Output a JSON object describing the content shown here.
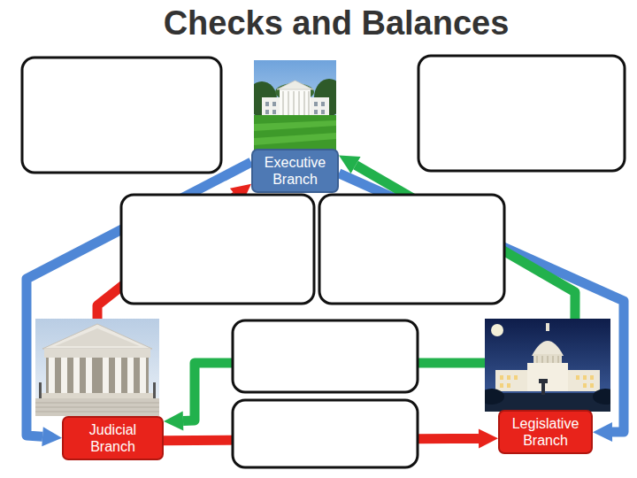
{
  "diagram": {
    "title": "Checks and Balances",
    "nodes": [
      {
        "text": [
          "Executive Branch"
        ]
      },
      {
        "text": [
          "Judicial Branch"
        ]
      },
      {
        "text": [
          "Legislative Branch"
        ]
      }
    ],
    "edges": [
      {
        "from": 0,
        "to": 1,
        "arrow": "to"
      },
      {
        "from": 0,
        "to": 2,
        "arrow": "to"
      },
      {
        "from": 1,
        "to": 0,
        "arrow": "to"
      },
      {
        "from": 1,
        "to": 2,
        "arrow": "to"
      },
      {
        "from": 2,
        "to": 0,
        "arrow": "to"
      },
      {
        "from": 2,
        "to": 1,
        "arrow": "to"
      }
    ]
  }
}
